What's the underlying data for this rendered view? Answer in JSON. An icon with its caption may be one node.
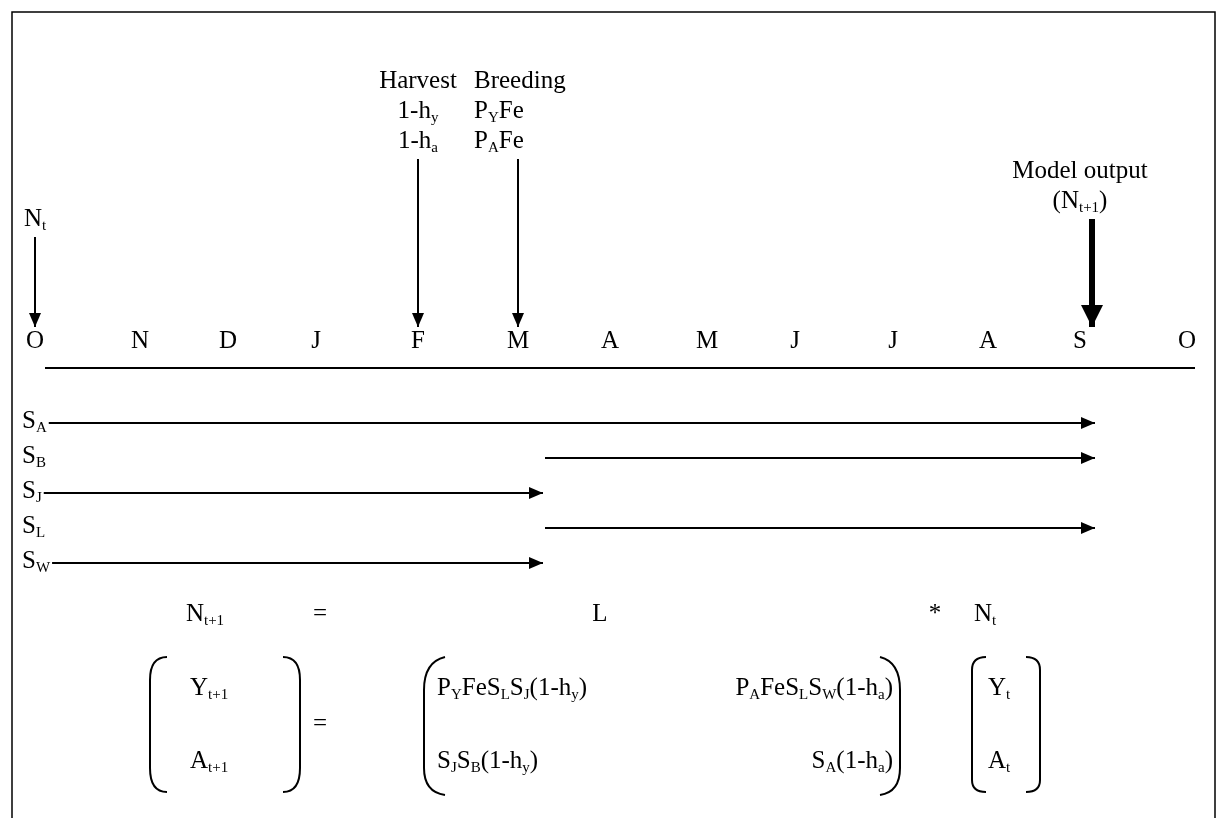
{
  "diagram": {
    "nodes": [
      {
        "text": [
          "Harvest",
          "1-h$_{y}$",
          "1-h$_{a}$"
        ]
      },
      {
        "text": [
          "Breeding",
          "P$_{Y}$Fe",
          "P$_{A}$Fe"
        ]
      },
      {
        "text": [
          "N$_{t}$"
        ]
      },
      {
        "text": [
          "Model output",
          "(N$_{t+1}$)"
        ]
      },
      {
        "text": [
          "O"
        ]
      },
      {
        "text": [
          "N"
        ]
      },
      {
        "text": [
          "D"
        ]
      },
      {
        "text": [
          "J"
        ]
      },
      {
        "text": [
          "F"
        ]
      },
      {
        "text": [
          "M"
        ]
      },
      {
        "text": [
          "A"
        ]
      },
      {
        "text": [
          "M"
        ]
      },
      {
        "text": [
          "J"
        ]
      },
      {
        "text": [
          "J"
        ]
      },
      {
        "text": [
          "A"
        ]
      },
      {
        "text": [
          "S"
        ]
      },
      {
        "text": [
          "O"
        ]
      },
      {
        "text": [
          "S$_{A}$"
        ]
      },
      {
        "text": [
          "S$_{B}$"
        ]
      },
      {
        "text": [
          "S$_{J}$"
        ]
      },
      {
        "text": [
          "S$_{L}$"
        ]
      },
      {
        "text": [
          "S$_{W}$"
        ]
      }
    ],
    "edges": [
      {
        "from": 2,
        "to": 4,
        "arrow": "to"
      },
      {
        "from": 0,
        "to": 8,
        "arrow": "to"
      },
      {
        "from": 1,
        "to": 9,
        "arrow": "to"
      },
      {
        "from": 3,
        "to": 15,
        "arrow": "to",
        "style": "thick"
      },
      {
        "from": 17,
        "to": null,
        "arrow": "to"
      },
      {
        "from": 19,
        "to": null,
        "arrow": "to"
      },
      {
        "from": 21,
        "to": null,
        "arrow": "to"
      }
    ],
    "labels": [
      "N$_{t+1}$",
      "=",
      "L",
      "*",
      "N$_{t}$",
      "Y$_{t+1}$",
      "A$_{t+1}$",
      "=",
      "P$_{Y}$FeS$_{L}$S$_{J}$(1-h$_{y}$)",
      "P$_{A}$FeS$_{L}$S$_{W}$(1-h$_{a}$)",
      "S$_{J}$S$_{B}$(1-h$_{y}$)",
      "S$_{A}$(1-h$_{a}$)",
      "Y$_{t}$",
      "A$_{t}$"
    ]
  }
}
